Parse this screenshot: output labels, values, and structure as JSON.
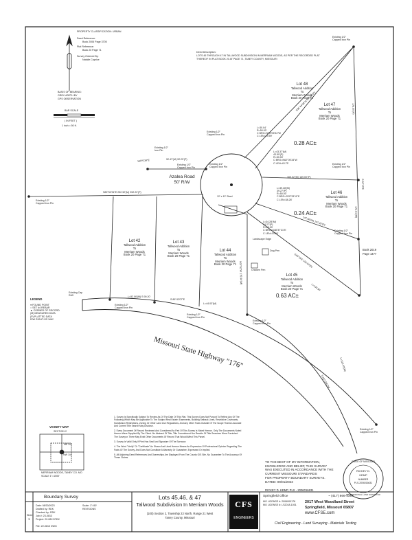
{
  "plat": {
    "property_classification": "PROPERTY CLASSIFICATION: URBAN",
    "deed_reference_label": "Deed Reference:",
    "deed_reference_value": "Book 2006 Page 3705",
    "plat_reference_label": "Plat Reference:",
    "plat_reference_value": "Book 20 Page 71",
    "survey_ordered_label": "Survey Ordered By:",
    "survey_ordered_value": "Natalie Caprice",
    "deed_description_title": "Deed Description:",
    "deed_description_line1": "LOTS 45 THROUGH 47 IN TALLWOOD SUBDIVISION IN MERRIAM WOODS, AS PER THE RECORDED PLAT",
    "deed_description_line2": "THEREOF IN PLAT BOOK 20 AT PAGE 71, TANEY COUNTY, MISSOURI",
    "basis_of_bearing_line1": "BASIS OF BEARING:",
    "basis_of_bearing_line2": "GRID NORTH BY",
    "basis_of_bearing_line3": "GPS OBSERVATION",
    "bar_scale_label": "BAR SCALE",
    "scale_in_feet": "( IN FEET )",
    "scale_ratio": "1 inch = 50 ft.",
    "street_name": "Azalea Road",
    "street_row": "50' R/W",
    "highway_name": "Missouri State Highway \"176\"",
    "book_ref_line1": "Book 2019",
    "book_ref_line2": "Page 1477"
  },
  "lots": [
    {
      "title": "Lot 48",
      "line1": "Tallwood Addition",
      "line2": "To",
      "line3": "Merriam Woods",
      "line4": "Book 20 Page 71"
    },
    {
      "title": "Lot 47",
      "line1": "Tallwood Addition",
      "line2": "To",
      "line3": "Merriam Woods",
      "line4": "Book 20 Page 71",
      "area": "0.28 AC±"
    },
    {
      "title": "Lot 46",
      "line1": "Tallwood Addition",
      "line2": "To",
      "line3": "Merriam Woods",
      "line4": "Book 20 Page 71",
      "area": "0.24 AC±"
    },
    {
      "title": "Lot 45",
      "line1": "Tallwood Addition",
      "line2": "To",
      "line3": "Merriam Woods",
      "line4": "Book 20 Page 71",
      "area": "0.63 AC±"
    },
    {
      "title": "Lot 42",
      "line1": "Tallwood Addition",
      "line2": "To",
      "line3": "Merriam Woods",
      "line4": "Book 20 Page 71"
    },
    {
      "title": "Lot 43",
      "line1": "Tallwood Addition",
      "line2": "To",
      "line3": "Merriam Woods",
      "line4": "Book 20 Page 71"
    },
    {
      "title": "Lot 44",
      "line1": "Tallwood Addition",
      "line2": "To",
      "line3": "Merriam Woods",
      "line4": "Book 20 Page 71"
    }
  ],
  "callouts": {
    "existing_capped_1": "Existing 1/2\"",
    "capped_iron_pin": "Capped Iron Pin",
    "existing_capped_2": "Existing 1/2\"",
    "existing_iron_pin": "Existing 1/2\"",
    "iron_pin": "Iron Pin",
    "existing_capped_3": "Existing 1/2\"",
    "existing_capped_4": "Existing 1/2\"",
    "existing_capped_5": "Existing 1/2\"",
    "existing_capped_6": "Existing 1/2\"",
    "existing_capped_7": "Existing 1/2\"",
    "existing_capped_8": "Existing 1/2\"",
    "existing_capped_9": "Existing 1/2\"",
    "existing_capped_10": "Existing 1/2\"",
    "existing_capped_11": "Existing Cap",
    "r_w": "R/W",
    "shed": "12' x 12' Shed",
    "landscape_edge": "Landscape Edge",
    "dog_pen": "Dog Pen",
    "chicken_pen": "Chicken Pen"
  },
  "dimensions": {
    "top_left_line": "169°5'34\"E",
    "top_left_dist": "92.47'(M) 92.29'(P)",
    "left_line": "S89°52'34\"E   252.32'(M) 252.22'(P)",
    "bottom_line_a": "L=52.06'(M)  S 90.20'",
    "bottom_line_b": "S 89°42'07\"E",
    "bottom_line_c": "L=44.03'(M)",
    "curve1_a": "L=43.37'(M)",
    "curve1_b": "43.50'(P)",
    "curve1_c": "R=50.00'",
    "curve1_d": "C BRG=N62°05'34\"W",
    "curve1_e": "C LEN=43.75'",
    "right_mid_a": "169.02'(M)  169.00'(P)",
    "curve2_a": "L=39.28'(M)",
    "curve2_b": "39.27'(P)",
    "curve2_c": "R=50.00'",
    "curve2_d": "C BRG=S20°33'11\"E",
    "curve2_e": "C LEN=38.28'",
    "curve3_a": "L=34.28'(M)",
    "curve3_b": "34.27'(P)",
    "curve3_c": "R=50.00'",
    "curve3_d": "C BRG=S48°37'31\"E",
    "curve3_e": "C LEN=33.60'",
    "curve4_a": "L=30.04'",
    "curve4_b": "R=50.00'",
    "curve4_c": "C BRG=N78°05'34\"W",
    "curve4_d": "C LEN=29.59'",
    "lot46_line": "147.66'(M) 147.45'(P)",
    "right_edge_a": "175.00'(P)",
    "right_edge_b": "S 64°10'E",
    "right_edge_c": "172.01'(M)",
    "lot45_line_a": "S43°15'E  155.00'(P)",
    "lot45_line_b": "L=130.56'",
    "lot48_line": "S36°44'59\"W  175.00'(P)",
    "west_line": "N07°52'W 175.94'(M)",
    "hwy_right": "L=313.40'(M)",
    "hwy_right_b": "S 25°13'47\"W"
  },
  "legend": {
    "title": "LEGEND",
    "items": [
      "FOUND POINT",
      "SET #4 REBAR",
      "CORNER OF RECORD",
      "MEASURED DATA",
      "PLATTED DATA",
      "RIGHT-OF-WAY"
    ],
    "codes": [
      "●",
      "○",
      "▲",
      "(M)",
      "(P)",
      "R/W"
    ]
  },
  "notes": {
    "n1": "1. Survey Is Specifically Subject To Review As Of The Date Of This Plat. This Survey Does Not Purport To Reflect Any Of The Following Which May Be Applicable To The Subject Real Estate: Easements, Building Setback Lines, Restrictive Covenants, Subdivision Restrictions, Zoning Or Other Land Use Regulations, And Any Other Facts Outside Of The Scope That An Accurate And Current Title Search May Disclose.",
    "n2": "2. Every Document Of Record Reviewed And Considered As Part Of This Survey Is Noted Hereon. Only The Documents Noted Hereon Were Supplied By The Client. No Abstract Of Title, Title Commitment Nor Results Of Title Searches Were Furnished The Surveyor. There May Exist Other Documents Of Record That Would Affect This Parcel.",
    "n3": "3. Survey Is Valid Only If Print Has Seal And Signature Of The Surveyor.",
    "n4": "4. The Word \"Verify\" Or \"Certificate\" As Shown And Used Hereon Means An Expression Of Professional Opinion Regarding The Facts Of The Survey, And Does Not Constitute A Warranty Or Guarantee, Expressed Or Implied.",
    "n5": "5. All Adjoining Deed References And Ownerships Are Displayed From The County GIS Site, No Guarantee To The Accuracy Of These Claims."
  },
  "certification": {
    "line1": "TO THE BEST OF MY INFORMATION,",
    "line2": "KNOWLEDGE AND BELIEF, THIS SURVEY",
    "line3": "WAS EXECUTED IN ACCORDANCE WITH THE",
    "line4": "CURRENT MISSOURI STANDARDS",
    "line5": "FOR PROPERTY BOUNDARY SURVEYS.",
    "line6": "DATED: 09/01/2023",
    "signer": "RICKEY D. KEMP, PLS - 2006016631"
  },
  "seal": {
    "ring_top": "STATE OF MISSOURI",
    "name_1": "RICKEY D.",
    "name_2": "KEMP",
    "number": "NUMBER",
    "number_val": "PLS-2006016631",
    "ring_bottom": "PROFESSIONAL LAND SURVEYOR"
  },
  "vicinity": {
    "title": "VICINITY MAP",
    "section": "SECTION 2",
    "ne": "NE 1/4",
    "nw": "NW 1/4",
    "caption_1": "MERRIAM WOODS, TANEY CO. MO",
    "caption_2": "SCALE 1\"=1000'"
  },
  "title_block": {
    "project_type": "Boundary Survey",
    "lots_title": "Lots 45,46, & 47",
    "subdivision": "Tallwood Subdivision In Merriam Woods",
    "legal": "(100) Section 2, Township 23 North, Range 21 West",
    "county": "Taney County, Missouri",
    "field_label_1": "Date: 08/30/2023",
    "field_label_2": "Drafted by: RDK",
    "field_label_3": "Checked by: RDK",
    "field_label_4": "Job #: 23-0813",
    "field_label_5": "Project: 22-0813 RDK",
    "scale_note": "Scale: 1\"=50'",
    "sheet_num": "1",
    "sheet_label": "Sheet",
    "revisions": "REVISIONS",
    "file_no": "File: 22-0813 DWG",
    "logo_top": "CFS",
    "logo_bottom": "ENGINEERS",
    "office": "Springfield Office",
    "phone": "~ (417) 866-4367",
    "lic_1": "MO LICENSE #: 2006000178",
    "lic_2": "MO LICENSE #: LS2018-1001",
    "address": "2017 West Woodland Street",
    "city": "Springfield, Missouri 65807",
    "website": "www.CFSE.com",
    "tagline": "Civil Engineering - Land Surveying - Materials Testing"
  }
}
